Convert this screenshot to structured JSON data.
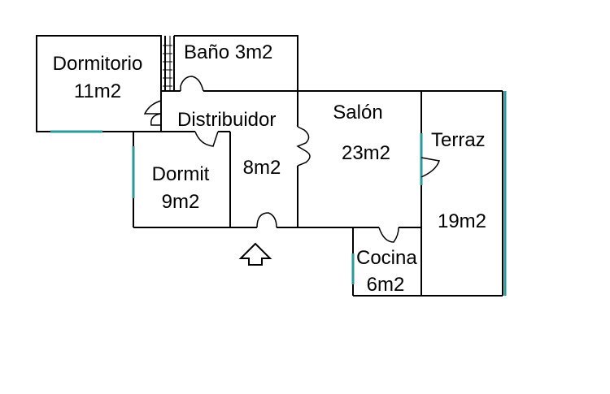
{
  "rooms": {
    "dormitorio": {
      "name": "Dormitorio",
      "area": "11m2"
    },
    "bano": {
      "label": "Baño 3m2"
    },
    "distribuidor": {
      "name": "Distribuidor",
      "area": "8m2"
    },
    "salon": {
      "name": "Salón",
      "area": "23m2"
    },
    "terraza": {
      "name": "Terraz",
      "area": "19m2"
    },
    "dormit": {
      "name": "Dormit",
      "area": "9m2"
    },
    "cocina": {
      "name": "Cocina",
      "area": "6m2"
    }
  },
  "colors": {
    "wall": "#000000",
    "window": "#2a9a9a",
    "background": "#ffffff"
  },
  "icons": {
    "entrance": "up-arrow-icon"
  }
}
